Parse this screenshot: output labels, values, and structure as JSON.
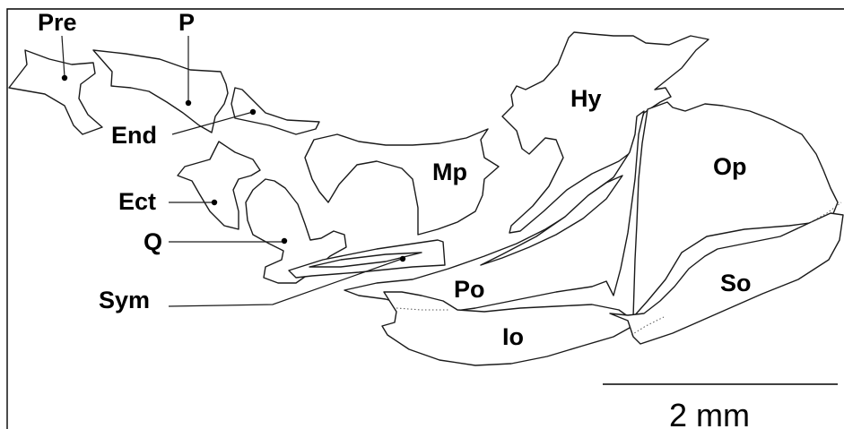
{
  "labels": {
    "pre": "Pre",
    "p": "P",
    "end": "End",
    "ect": "Ect",
    "q": "Q",
    "sym": "Sym",
    "mp": "Mp",
    "hy": "Hy",
    "op": "Op",
    "po": "Po",
    "io": "Io",
    "so": "So"
  },
  "scale_bar": {
    "label": "2 mm"
  }
}
